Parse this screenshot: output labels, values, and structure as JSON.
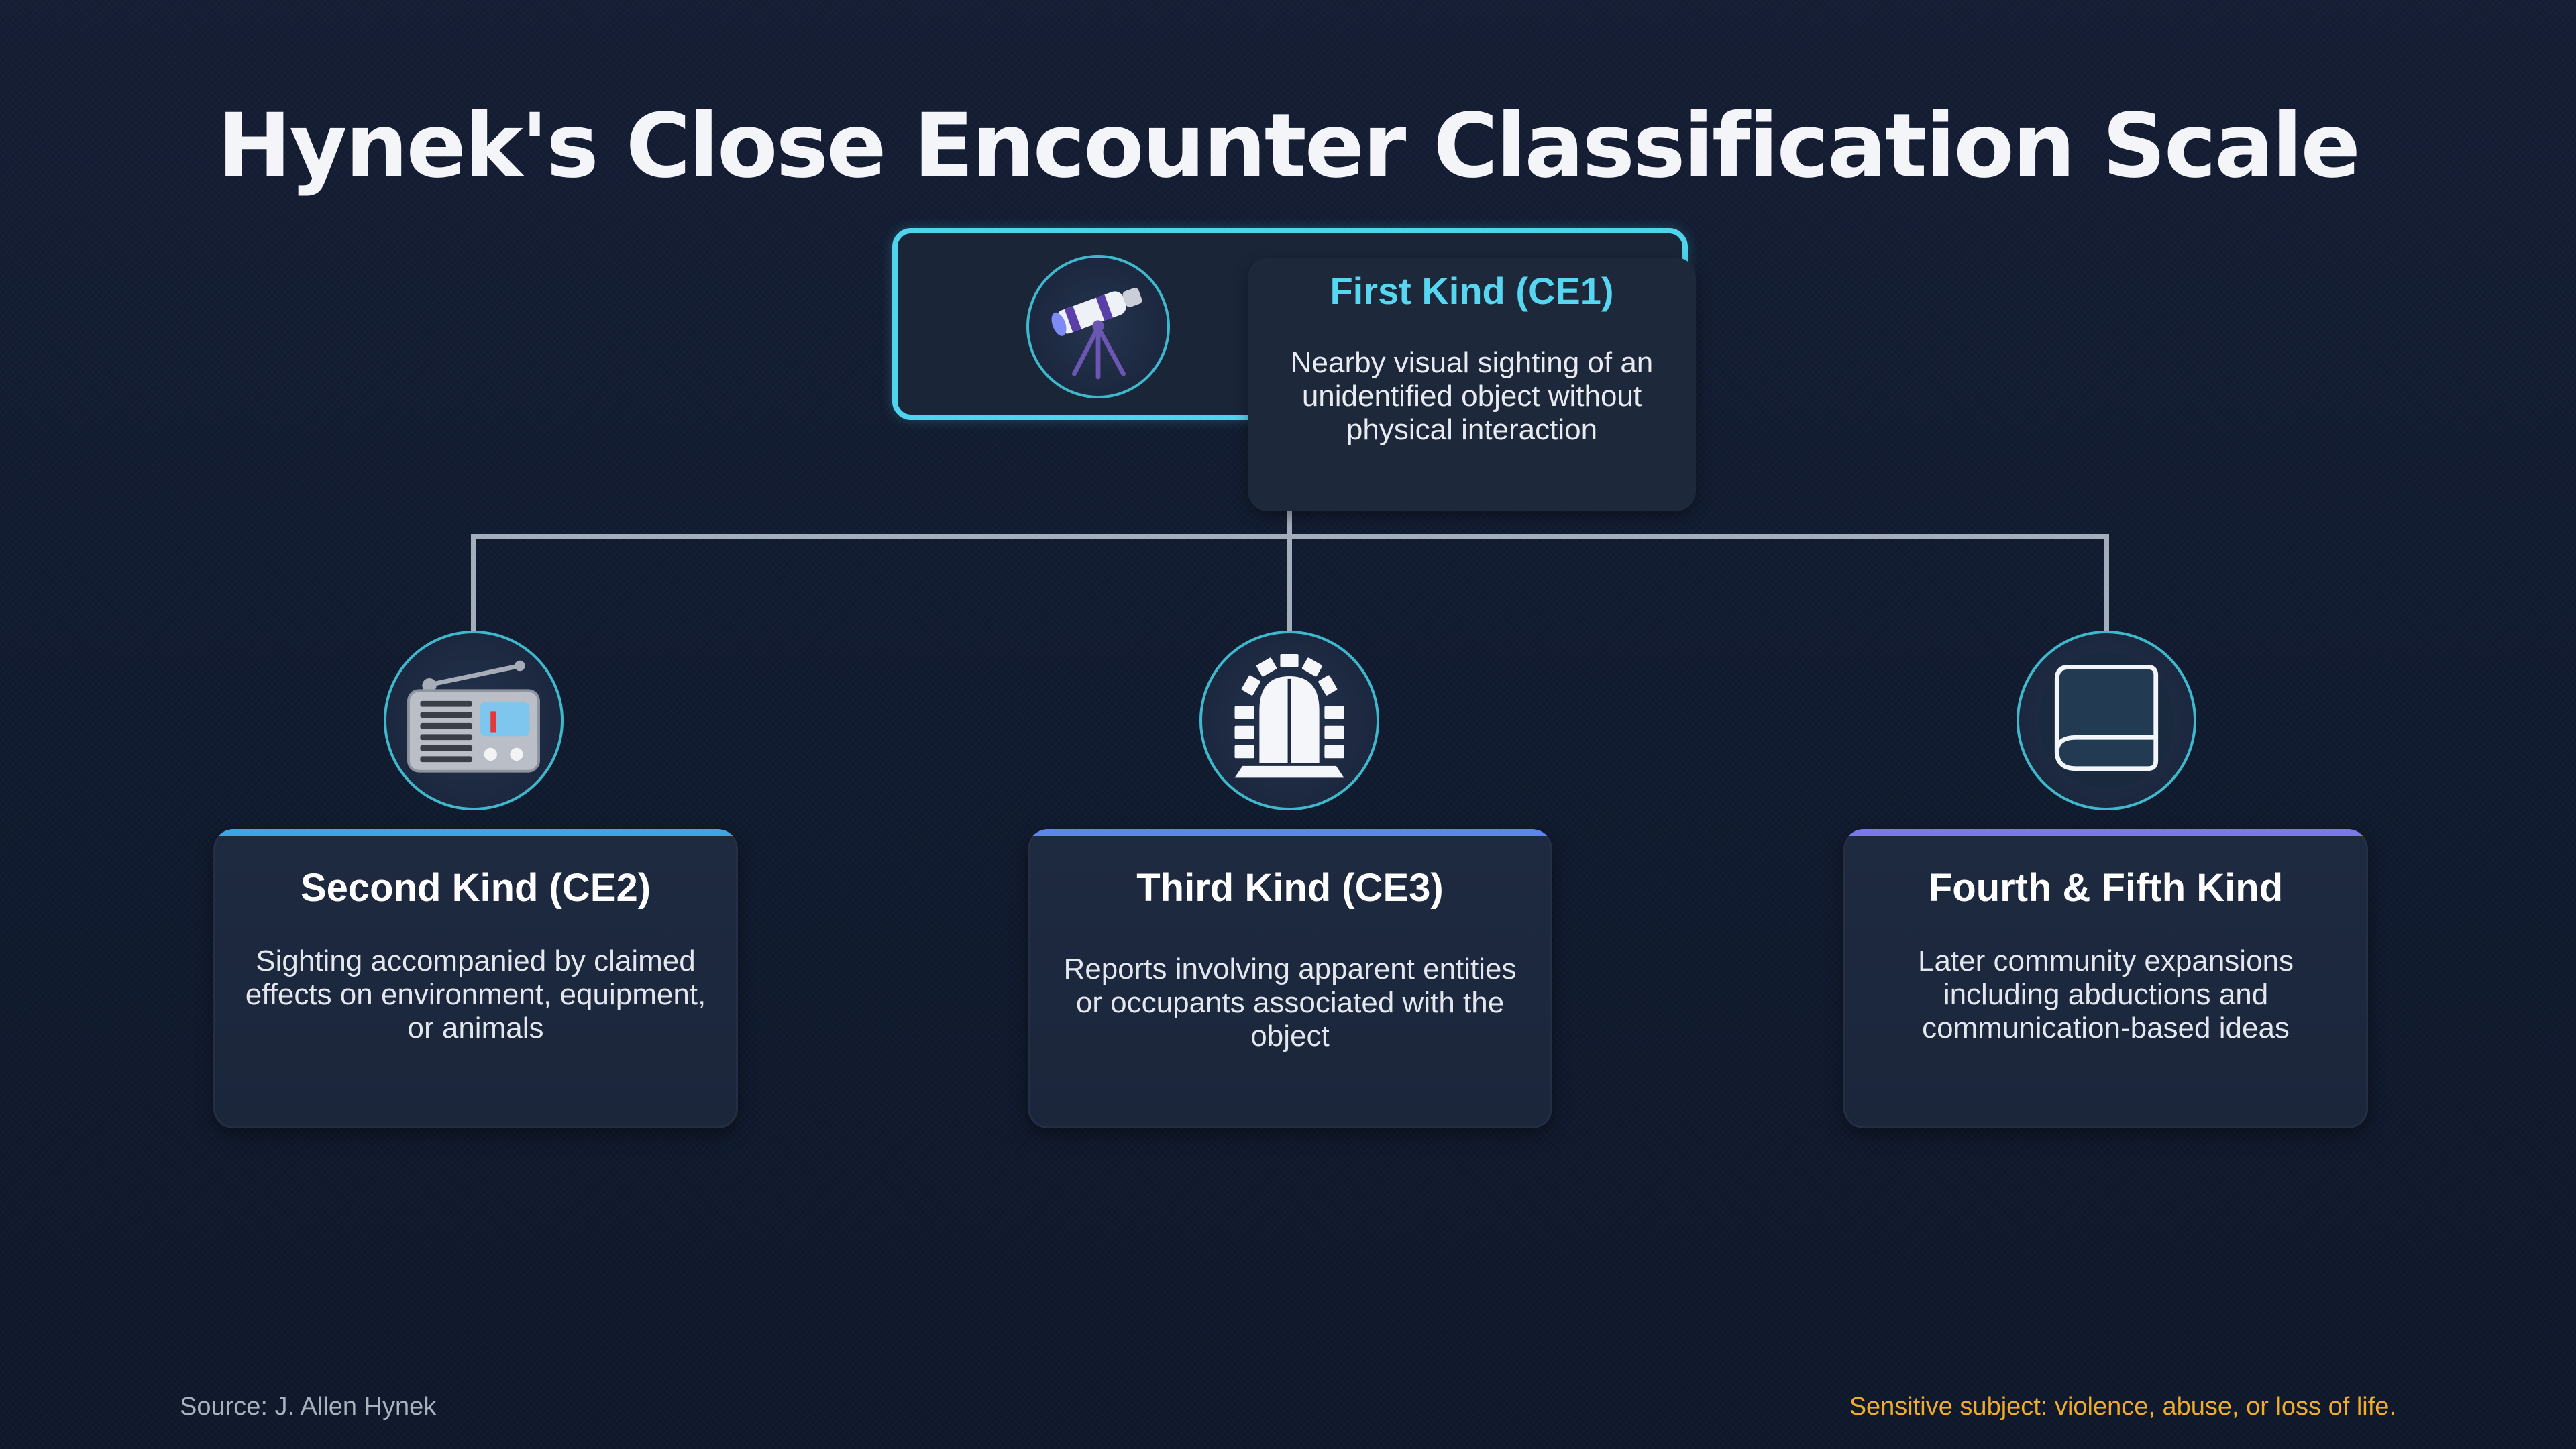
{
  "title": "Hynek's Close Encounter Classification Scale",
  "root": {
    "title": "First Kind (CE1)",
    "description": "Nearby visual sighting of an unidentified object without physical interaction",
    "icon": "telescope-icon"
  },
  "children": [
    {
      "title": "Second Kind (CE2)",
      "description": "Sighting accompanied by claimed effects on environment, equipment, or animals",
      "icon": "radio-icon"
    },
    {
      "title": "Third Kind (CE3)",
      "description": "Reports involving apparent entities or occupants associated with the object",
      "icon": "portal-arch-icon"
    },
    {
      "title": "Fourth & Fifth Kind",
      "description": "Later community expansions including abductions and communication-based ideas",
      "icon": "book-icon"
    }
  ],
  "footer": {
    "source": "Source: J. Allen Hynek",
    "warning": "Sensitive subject: violence, abuse, or loss of life."
  },
  "colors": {
    "background": "#111a30",
    "accent_cyan": "#4fd4ee",
    "card": "#1e283b",
    "connector": "#a4adbb",
    "warning": "#f0ad2a"
  }
}
